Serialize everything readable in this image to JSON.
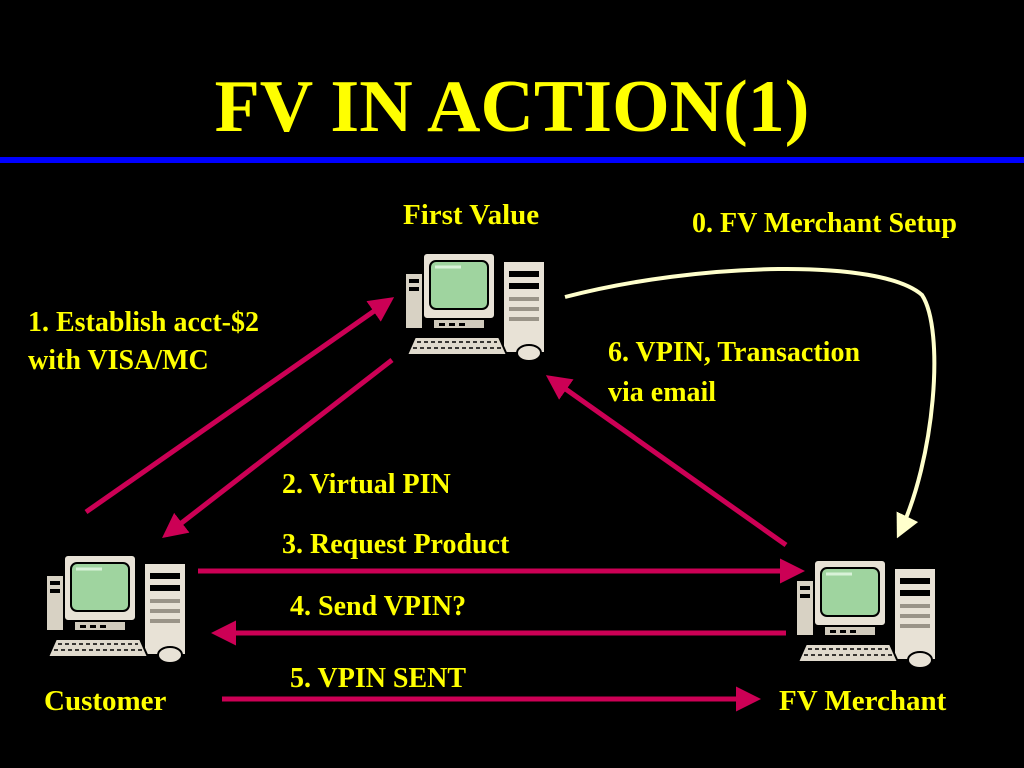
{
  "slide": {
    "title": "FV IN ACTION(1)"
  },
  "colors": {
    "background": "#000000",
    "text": "#ffff00",
    "rule": "#0000ff",
    "flow_arrow": "#cc0055",
    "setup_arrow": "#ffffcc"
  },
  "nodes": {
    "first_value": {
      "label": "First Value",
      "icon": "computer-icon"
    },
    "customer": {
      "label": "Customer",
      "icon": "computer-icon"
    },
    "merchant": {
      "label": "FV Merchant",
      "icon": "computer-icon"
    }
  },
  "steps": {
    "s0": "0. FV Merchant Setup",
    "s1_line1": "1. Establish acct-$2",
    "s1_line2": "with VISA/MC",
    "s2": "2. Virtual PIN",
    "s3": "3. Request Product",
    "s4": "4. Send VPIN?",
    "s5": "5. VPIN SENT",
    "s6_line1": "6. VPIN, Transaction",
    "s6_line2": "via email"
  }
}
